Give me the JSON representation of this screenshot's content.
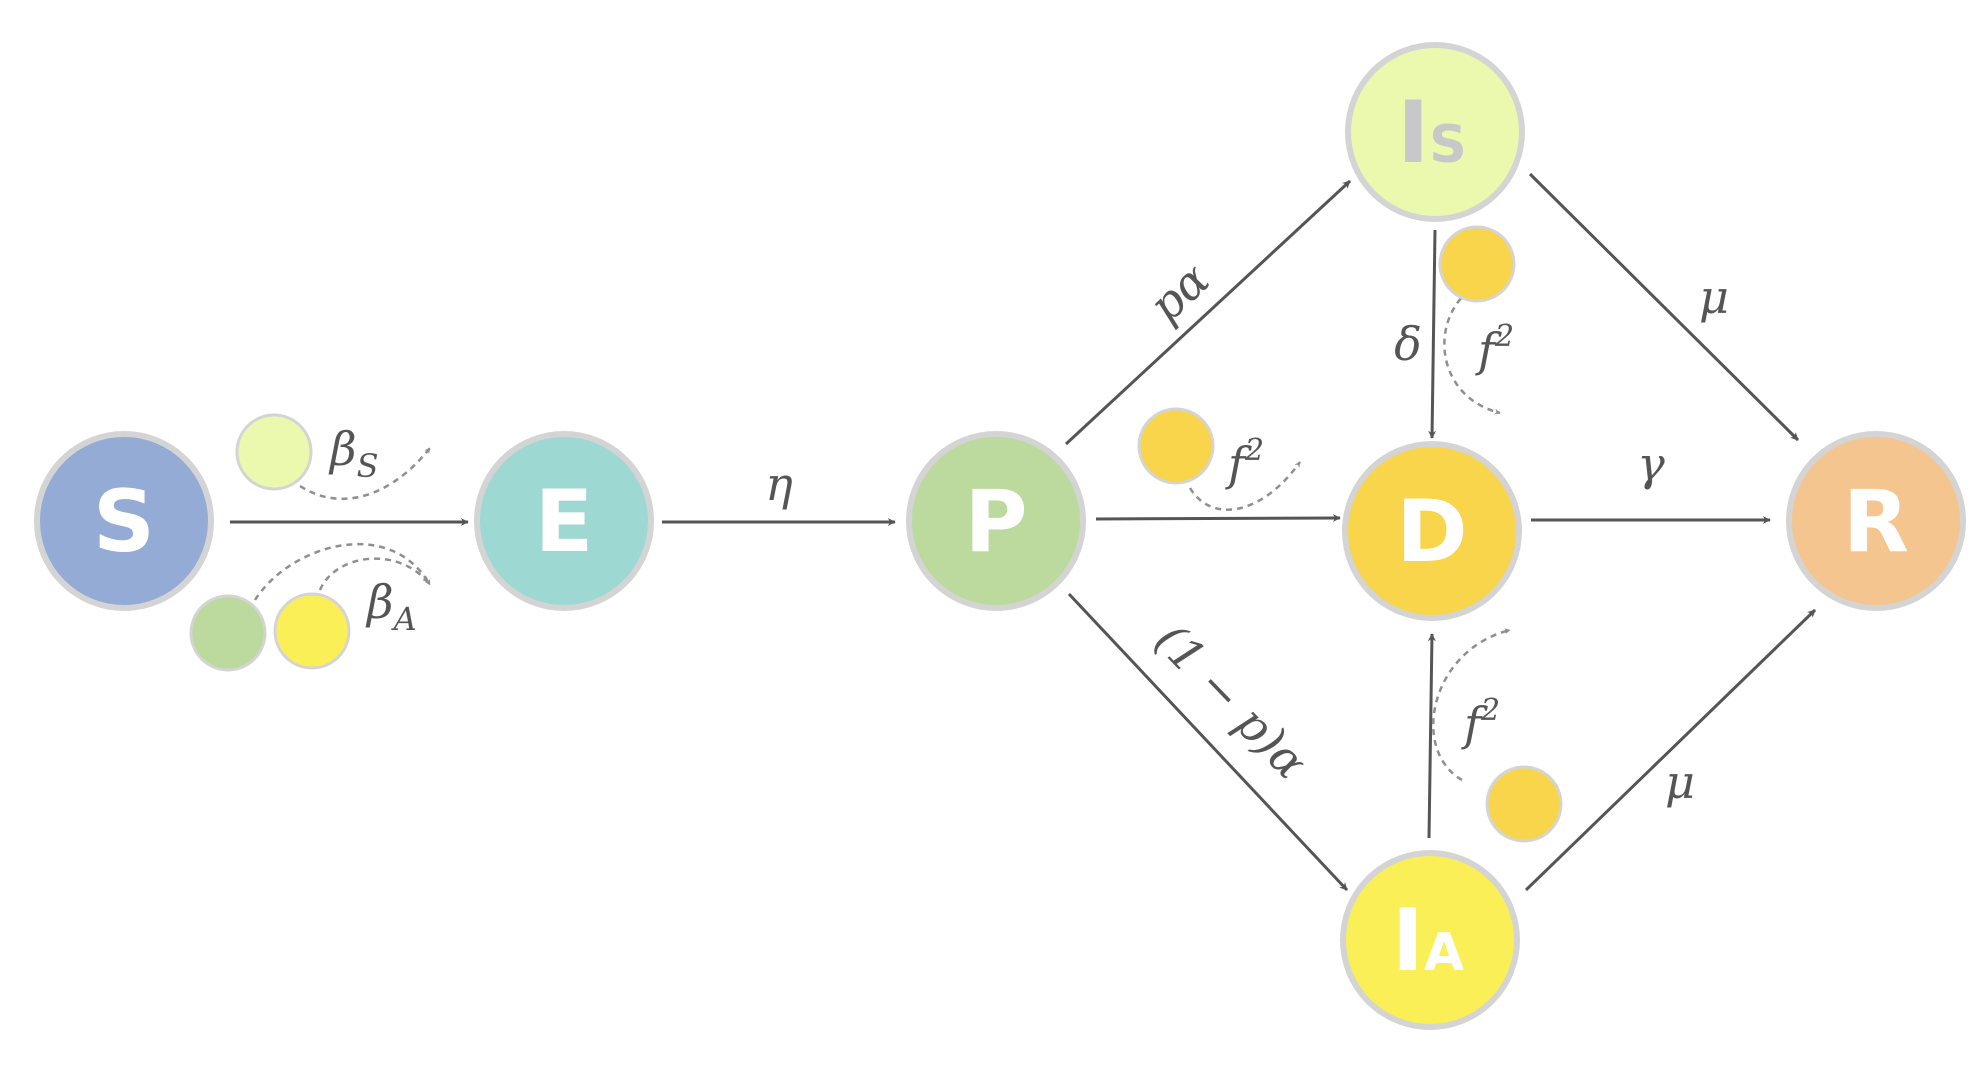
{
  "colors": {
    "S": "#94abd6",
    "E": "#9ed8d2",
    "P": "#bcd99e",
    "Is": "#eaf9ae",
    "D": "#f8d54a",
    "Ia": "#fbef58",
    "R": "#f4c58e",
    "ring": "#d4d4d4",
    "arrow": "#555555",
    "dashed": "#8f8f8f",
    "label_light": "#ffffff",
    "label_is": "#c8c8c8"
  },
  "nodes": {
    "S": {
      "main": "S",
      "sub": ""
    },
    "E": {
      "main": "E",
      "sub": ""
    },
    "P": {
      "main": "P",
      "sub": ""
    },
    "Is": {
      "main": "I",
      "sub": "S"
    },
    "D": {
      "main": "D",
      "sub": ""
    },
    "Ia": {
      "main": "I",
      "sub": "A"
    },
    "R": {
      "main": "R",
      "sub": ""
    }
  },
  "rates": {
    "beta_s": {
      "sym": "β",
      "sub": "S"
    },
    "beta_a": {
      "sym": "β",
      "sub": "A"
    },
    "eta": "η",
    "p_alpha": "pα",
    "one_minus_p_alpha": "(1 − p)α",
    "delta": "δ",
    "gamma": "γ",
    "mu_top": "μ",
    "mu_bottom": "μ",
    "f2_middle": {
      "sym": "f",
      "sup": "2"
    },
    "f2_upper": {
      "sym": "f",
      "sup": "2"
    },
    "f2_lower": {
      "sym": "f",
      "sup": "2"
    }
  }
}
